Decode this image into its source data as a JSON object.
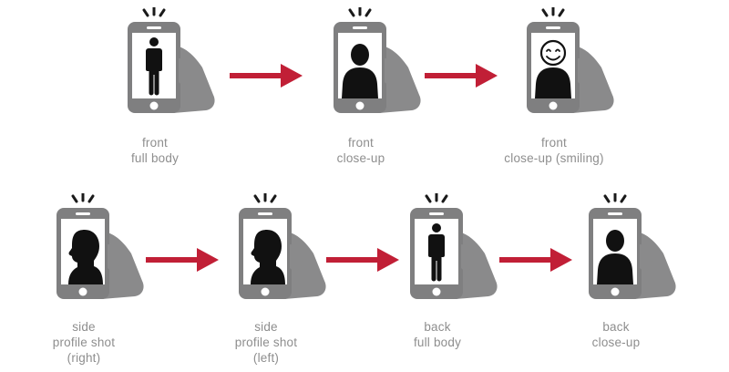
{
  "colors": {
    "phone": "#7f7f80",
    "hand": "#8a8a8b",
    "screen": "#ffffff",
    "silhouette": "#111111",
    "flash": "#1a1a1a",
    "arrow": "#c11f36",
    "caption": "#8e8e8e"
  },
  "steps": [
    {
      "id": "front-full-body",
      "caption": [
        "front",
        "full body"
      ],
      "icon": "person-full-body-icon"
    },
    {
      "id": "front-close-up",
      "caption": [
        "front",
        "close-up"
      ],
      "icon": "head-shoulders-icon"
    },
    {
      "id": "front-close-up-smiling",
      "caption": [
        "front",
        "close-up (smiling)"
      ],
      "icon": "smiling-face-icon"
    },
    {
      "id": "side-profile-right",
      "caption": [
        "side",
        "profile shot",
        "(right)"
      ],
      "icon": "side-profile-icon"
    },
    {
      "id": "side-profile-left",
      "caption": [
        "side",
        "profile shot",
        "(left)"
      ],
      "icon": "side-profile-icon"
    },
    {
      "id": "back-full-body",
      "caption": [
        "back",
        "full body"
      ],
      "icon": "person-full-body-icon"
    },
    {
      "id": "back-close-up",
      "caption": [
        "back",
        "close-up"
      ],
      "icon": "head-shoulders-icon"
    }
  ]
}
